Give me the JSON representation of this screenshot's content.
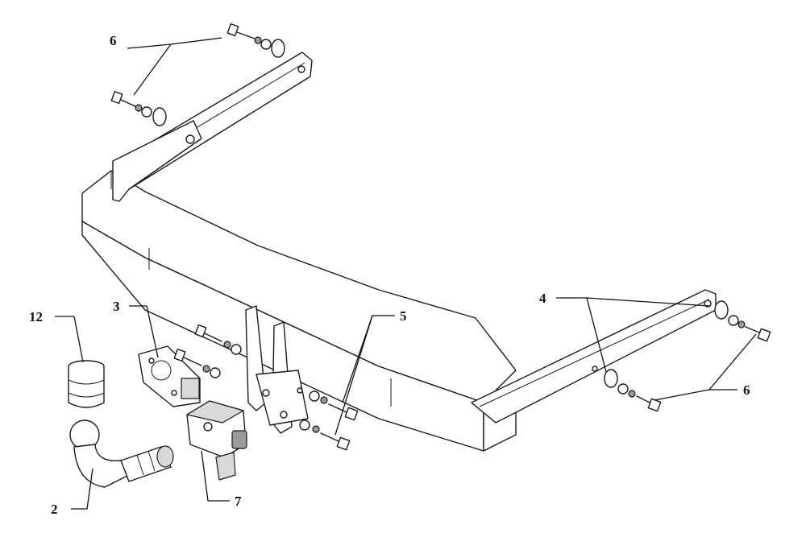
{
  "callouts": {
    "c6a": "6",
    "c12": "12",
    "c3": "3",
    "c5": "5",
    "c4": "4",
    "c6b": "6",
    "c7": "7",
    "c2": "2"
  }
}
